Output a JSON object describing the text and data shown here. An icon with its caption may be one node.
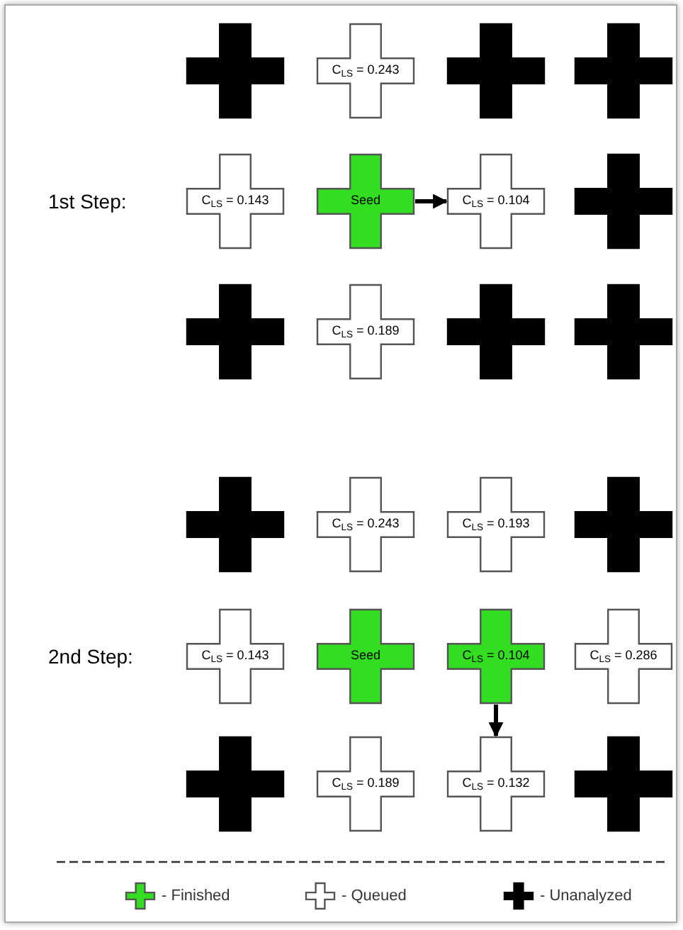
{
  "diagram": {
    "nodes": [
      {
        "text": [],
        "shape": "cross"
      },
      {
        "text": [
          "C$_{LS}$ = 0.243"
        ]
      },
      {
        "text": [],
        "shape": "cross"
      },
      {
        "text": [],
        "shape": "cross"
      },
      {
        "text": [
          "C$_{LS}$ = 0.143"
        ]
      },
      {
        "text": [
          "Seed"
        ]
      },
      {
        "text": [
          "C$_{LS}$ = 0.104"
        ]
      },
      {
        "text": [],
        "shape": "cross"
      },
      {
        "text": [],
        "shape": "cross"
      },
      {
        "text": [
          "C$_{LS}$ = 0.189"
        ]
      },
      {
        "text": [],
        "shape": "cross"
      },
      {
        "text": [],
        "shape": "cross"
      },
      {
        "text": [],
        "shape": "cross"
      },
      {
        "text": [
          "C$_{LS}$ = 0.243"
        ]
      },
      {
        "text": [
          "C$_{LS}$ = 0.193"
        ]
      },
      {
        "text": [],
        "shape": "cross"
      },
      {
        "text": [
          "C$_{LS}$ = 0.143"
        ]
      },
      {
        "text": [
          "Seed"
        ]
      },
      {
        "text": [
          "C$_{LS}$ = 0.104"
        ]
      },
      {
        "text": [
          "C$_{LS}$ = 0.286"
        ]
      },
      {
        "text": [],
        "shape": "cross"
      },
      {
        "text": [
          "C$_{LS}$ = 0.189"
        ]
      },
      {
        "text": [
          "C$_{LS}$ = 0.132"
        ]
      },
      {
        "text": [],
        "shape": "cross"
      }
    ],
    "edges": [
      {
        "from": 5,
        "to": 6,
        "arrow": "to"
      },
      {
        "from": 18,
        "to": 22,
        "arrow": "to"
      }
    ],
    "labels": [
      "1st Step:",
      "2nd Step:"
    ],
    "legend": [
      {
        "text": "- Finished"
      },
      {
        "text": "- Queued"
      },
      {
        "text": "- Unanalyzed"
      }
    ]
  }
}
